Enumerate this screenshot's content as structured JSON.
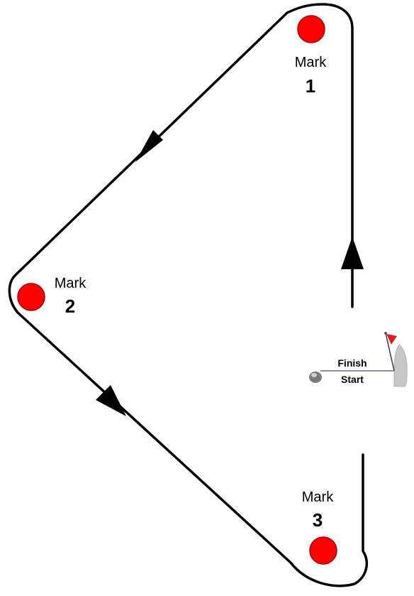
{
  "colors": {
    "course_line": "#000000",
    "mark_buoy": "#ff0000",
    "start_line": "#6a6a8a",
    "committee_boat": "#c8c8c8",
    "flag": "#e21b1b",
    "pin_buoy": "#7a7a7a"
  },
  "marks": [
    {
      "word": "Mark",
      "number": "1"
    },
    {
      "word": "Mark",
      "number": "2"
    },
    {
      "word": "Mark",
      "number": "3"
    }
  ],
  "start_finish": {
    "finish_label": "Finish",
    "start_label": "Start"
  },
  "icons": {
    "committee_boat": "boat-icon",
    "flag": "flag-icon",
    "pin_buoy": "buoy-icon",
    "direction_arrow": "arrowhead-icon"
  }
}
